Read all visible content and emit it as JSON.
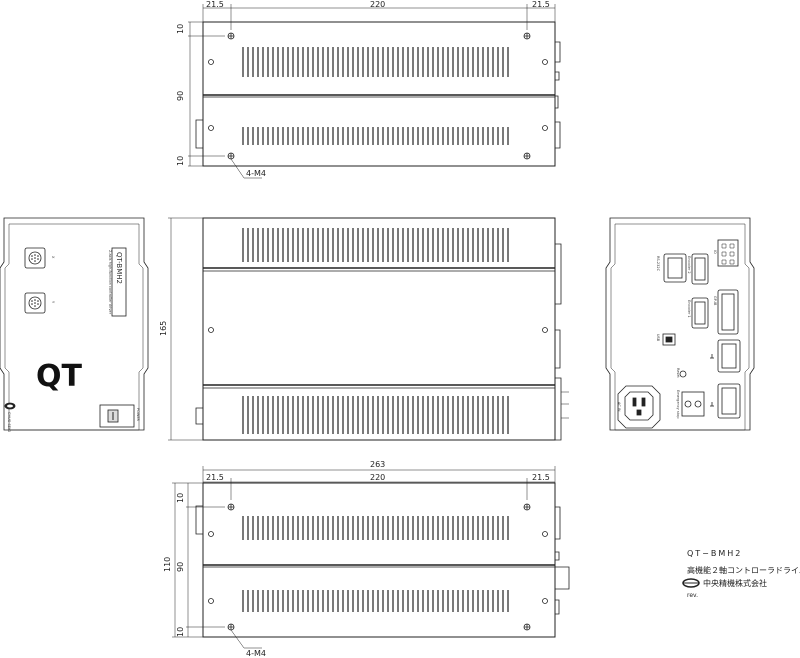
{
  "dimensions": {
    "top": {
      "left_offset": "21.5",
      "span": "220",
      "right_offset": "21.5",
      "edge_top": "10",
      "middle": "90",
      "edge_bottom": "10"
    },
    "side": {
      "height": "165"
    },
    "bottom": {
      "total": "263",
      "left_offset": "21.5",
      "span": "220",
      "right_offset": "21.5",
      "edge_top": "10",
      "middle": "90",
      "overall": "110",
      "edge_bottom": "10"
    }
  },
  "callouts": {
    "top_screw": "4-M4",
    "bottom_screw": "4-M4"
  },
  "front_panel": {
    "logo": "QT",
    "model_plate": "QT-BMH2",
    "plate_caption": "2-axis high-function controller driver",
    "connector_label_1": "X",
    "connector_label_2": "Y",
    "power_label": "POWER",
    "maker_mark": "CHUO SEIKI"
  },
  "rear_panel": {
    "labels": [
      "RS-232C",
      "Encoder 2",
      "IO",
      "Encoder 1",
      "GP-IB",
      "USB",
      "Reset",
      "Emergency stop",
      "AC IN"
    ]
  },
  "title_block": {
    "model": "QT−BMH2",
    "description": "高機能２軸コントローラドライバ",
    "company": "中央精機株式会社",
    "revision": "rev."
  },
  "colors": {
    "line": "#222222",
    "case": "#ffffff",
    "slot": "#333333"
  }
}
